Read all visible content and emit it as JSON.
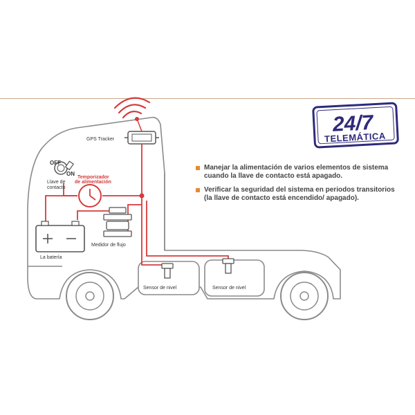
{
  "badge": {
    "main": "24/7",
    "sub": "TELEMÁTICA"
  },
  "labels": {
    "gps_tracker": "GPS Tracker",
    "off": "OFF",
    "on": "ON",
    "ignition_key_1": "Llave de",
    "ignition_key_2": "contacto",
    "timer_1": "Temporizador",
    "timer_2": "de alimentación",
    "battery": "La batería",
    "flow_meter": "Medidor de flujo",
    "level_sensor_1": "Sensor de nivel",
    "level_sensor_2": "Sensor de nivel"
  },
  "bullets": [
    {
      "text": "Manejar la alimentación de varios elementos de sistema cuando la llave de contacto está apagado."
    },
    {
      "text": "Verificar la seguridad del sistema en periodos transitorios (la llave de contacto está encendido/ apagado)."
    }
  ],
  "colors": {
    "accent_red": "#d63a3a",
    "badge_blue": "#2e2a7a",
    "bullet_orange": "#e8892f",
    "outline": "#8a8a8a"
  }
}
